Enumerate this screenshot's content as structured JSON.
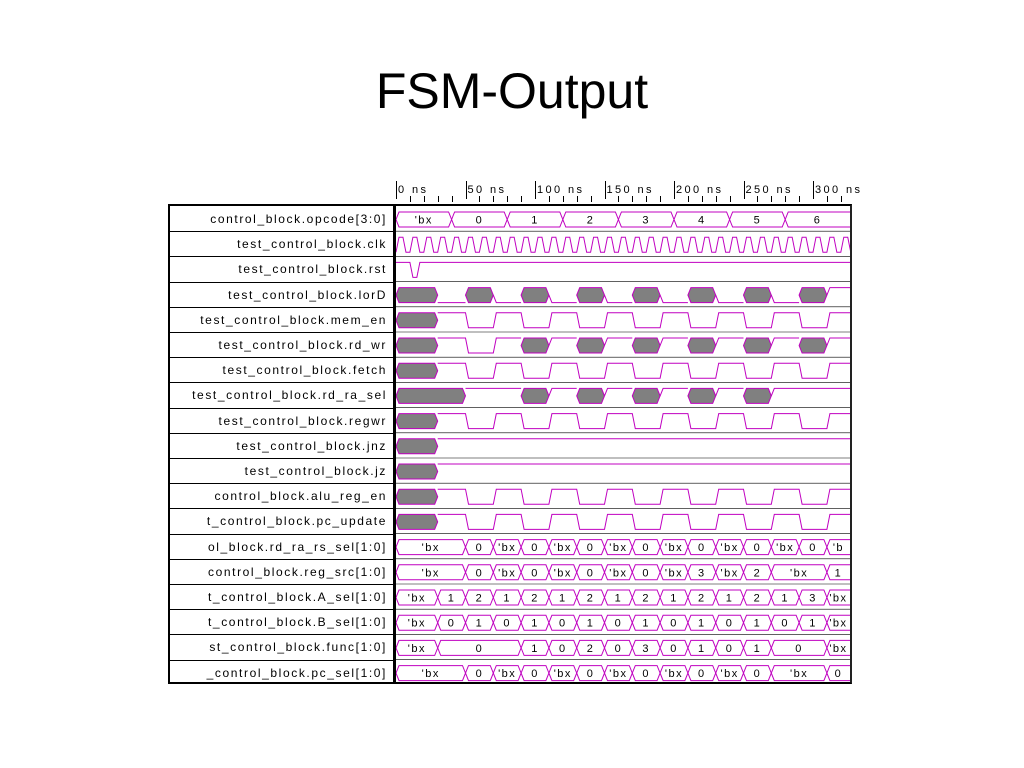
{
  "title": "FSM-Output",
  "time_axis": {
    "ticks": [
      {
        "t": 0,
        "label": "0 ns"
      },
      {
        "t": 50,
        "label": "50 ns"
      },
      {
        "t": 100,
        "label": "100 ns"
      },
      {
        "t": 150,
        "label": "150 ns"
      },
      {
        "t": 200,
        "label": "200 ns"
      },
      {
        "t": 250,
        "label": "250 ns"
      },
      {
        "t": 300,
        "label": "300 ns"
      }
    ],
    "visible_range_ns": [
      0,
      330
    ],
    "clock_period_ns": 10
  },
  "colors": {
    "trace": "#c000c0",
    "unknown_fill": "#808080",
    "grid": "#000000"
  },
  "signals": [
    {
      "label": "control_block.opcode[3:0]",
      "kind": "bus",
      "segments": [
        {
          "t": 0,
          "v": "'bx"
        },
        {
          "t": 40,
          "v": "0"
        },
        {
          "t": 80,
          "v": "1"
        },
        {
          "t": 120,
          "v": "2"
        },
        {
          "t": 160,
          "v": "3"
        },
        {
          "t": 200,
          "v": "4"
        },
        {
          "t": 240,
          "v": "5"
        },
        {
          "t": 280,
          "v": "6"
        }
      ]
    },
    {
      "label": "test_control_block.clk",
      "kind": "clock"
    },
    {
      "label": "test_control_block.rst",
      "kind": "bit",
      "unknown_until": 0,
      "edges": [
        {
          "t": 0,
          "v": 1
        },
        {
          "t": 10,
          "v": 0
        },
        {
          "t": 15,
          "v": 1
        }
      ]
    },
    {
      "label": "test_control_block.lorD",
      "kind": "bit",
      "unknown": [
        [
          0,
          30
        ],
        [
          50,
          70
        ],
        [
          90,
          110
        ],
        [
          130,
          150
        ],
        [
          170,
          190
        ],
        [
          210,
          230
        ],
        [
          250,
          270
        ],
        [
          290,
          310
        ]
      ],
      "edges": [
        {
          "t": 30,
          "v": 0
        },
        {
          "t": 70,
          "v": 0
        },
        {
          "t": 110,
          "v": 0
        },
        {
          "t": 150,
          "v": 0
        },
        {
          "t": 190,
          "v": 0
        },
        {
          "t": 230,
          "v": 0
        },
        {
          "t": 270,
          "v": 0
        },
        {
          "t": 310,
          "v": 1
        }
      ]
    },
    {
      "label": "test_control_block.mem_en",
      "kind": "bit",
      "unknown": [
        [
          0,
          30
        ]
      ],
      "edges": [
        {
          "t": 30,
          "v": 1
        },
        {
          "t": 50,
          "v": 0
        },
        {
          "t": 70,
          "v": 1
        },
        {
          "t": 90,
          "v": 0
        },
        {
          "t": 110,
          "v": 1
        },
        {
          "t": 130,
          "v": 0
        },
        {
          "t": 150,
          "v": 1
        },
        {
          "t": 170,
          "v": 0
        },
        {
          "t": 190,
          "v": 1
        },
        {
          "t": 210,
          "v": 0
        },
        {
          "t": 230,
          "v": 1
        },
        {
          "t": 250,
          "v": 0
        },
        {
          "t": 270,
          "v": 1
        },
        {
          "t": 290,
          "v": 0
        },
        {
          "t": 310,
          "v": 1
        }
      ]
    },
    {
      "label": "test_control_block.rd_wr",
      "kind": "bit",
      "unknown": [
        [
          0,
          30
        ],
        [
          90,
          110
        ],
        [
          130,
          150
        ],
        [
          170,
          190
        ],
        [
          210,
          230
        ],
        [
          250,
          270
        ],
        [
          290,
          310
        ]
      ],
      "edges": [
        {
          "t": 30,
          "v": 1
        },
        {
          "t": 50,
          "v": 0
        },
        {
          "t": 70,
          "v": 1
        },
        {
          "t": 110,
          "v": 1
        },
        {
          "t": 150,
          "v": 1
        },
        {
          "t": 190,
          "v": 1
        },
        {
          "t": 230,
          "v": 1
        },
        {
          "t": 270,
          "v": 1
        },
        {
          "t": 310,
          "v": 1
        }
      ]
    },
    {
      "label": "test_control_block.fetch",
      "kind": "bit",
      "unknown": [
        [
          0,
          30
        ]
      ],
      "edges": [
        {
          "t": 30,
          "v": 1
        },
        {
          "t": 50,
          "v": 0
        },
        {
          "t": 70,
          "v": 1
        },
        {
          "t": 90,
          "v": 0
        },
        {
          "t": 110,
          "v": 1
        },
        {
          "t": 130,
          "v": 0
        },
        {
          "t": 150,
          "v": 1
        },
        {
          "t": 170,
          "v": 0
        },
        {
          "t": 190,
          "v": 1
        },
        {
          "t": 210,
          "v": 0
        },
        {
          "t": 230,
          "v": 1
        },
        {
          "t": 250,
          "v": 0
        },
        {
          "t": 270,
          "v": 1
        },
        {
          "t": 290,
          "v": 0
        },
        {
          "t": 310,
          "v": 1
        }
      ]
    },
    {
      "label": "test_control_block.rd_ra_sel",
      "kind": "bit",
      "unknown": [
        [
          0,
          50
        ],
        [
          90,
          110
        ],
        [
          130,
          150
        ],
        [
          170,
          190
        ],
        [
          210,
          230
        ],
        [
          250,
          270
        ]
      ],
      "edges": [
        {
          "t": 50,
          "v": 1
        },
        {
          "t": 110,
          "v": 1
        },
        {
          "t": 150,
          "v": 1
        },
        {
          "t": 190,
          "v": 1
        },
        {
          "t": 230,
          "v": 1
        },
        {
          "t": 270,
          "v": 1
        }
      ]
    },
    {
      "label": "test_control_block.regwr",
      "kind": "bit",
      "unknown": [
        [
          0,
          30
        ]
      ],
      "edges": [
        {
          "t": 30,
          "v": 1
        },
        {
          "t": 50,
          "v": 0
        },
        {
          "t": 70,
          "v": 1
        },
        {
          "t": 90,
          "v": 0
        },
        {
          "t": 110,
          "v": 1
        },
        {
          "t": 130,
          "v": 0
        },
        {
          "t": 150,
          "v": 1
        },
        {
          "t": 170,
          "v": 0
        },
        {
          "t": 190,
          "v": 1
        },
        {
          "t": 210,
          "v": 0
        },
        {
          "t": 230,
          "v": 1
        },
        {
          "t": 250,
          "v": 0
        },
        {
          "t": 270,
          "v": 1
        },
        {
          "t": 290,
          "v": 0
        },
        {
          "t": 310,
          "v": 1
        }
      ]
    },
    {
      "label": "test_control_block.jnz",
      "kind": "bit",
      "unknown": [
        [
          0,
          30
        ]
      ],
      "edges": [
        {
          "t": 30,
          "v": 1
        }
      ]
    },
    {
      "label": "test_control_block.jz",
      "kind": "bit",
      "unknown": [
        [
          0,
          30
        ]
      ],
      "edges": [
        {
          "t": 30,
          "v": 1
        }
      ]
    },
    {
      "label": "control_block.alu_reg_en",
      "kind": "bit",
      "unknown": [
        [
          0,
          30
        ]
      ],
      "edges": [
        {
          "t": 30,
          "v": 1
        },
        {
          "t": 50,
          "v": 0
        },
        {
          "t": 70,
          "v": 1
        },
        {
          "t": 90,
          "v": 0
        },
        {
          "t": 110,
          "v": 1
        },
        {
          "t": 130,
          "v": 0
        },
        {
          "t": 150,
          "v": 1
        },
        {
          "t": 170,
          "v": 0
        },
        {
          "t": 190,
          "v": 1
        },
        {
          "t": 210,
          "v": 0
        },
        {
          "t": 230,
          "v": 1
        },
        {
          "t": 250,
          "v": 0
        },
        {
          "t": 270,
          "v": 1
        },
        {
          "t": 290,
          "v": 0
        },
        {
          "t": 310,
          "v": 1
        }
      ]
    },
    {
      "label": "t_control_block.pc_update",
      "kind": "bit",
      "unknown": [
        [
          0,
          30
        ]
      ],
      "edges": [
        {
          "t": 30,
          "v": 1
        },
        {
          "t": 50,
          "v": 0
        },
        {
          "t": 70,
          "v": 1
        },
        {
          "t": 90,
          "v": 0
        },
        {
          "t": 110,
          "v": 1
        },
        {
          "t": 130,
          "v": 0
        },
        {
          "t": 150,
          "v": 1
        },
        {
          "t": 170,
          "v": 0
        },
        {
          "t": 190,
          "v": 1
        },
        {
          "t": 210,
          "v": 0
        },
        {
          "t": 230,
          "v": 1
        },
        {
          "t": 250,
          "v": 0
        },
        {
          "t": 270,
          "v": 1
        },
        {
          "t": 290,
          "v": 0
        },
        {
          "t": 310,
          "v": 1
        }
      ]
    },
    {
      "label": "ol_block.rd_ra_rs_sel[1:0]",
      "kind": "bus",
      "segments": [
        {
          "t": 0,
          "v": "'bx"
        },
        {
          "t": 50,
          "v": "0"
        },
        {
          "t": 70,
          "v": "'bx"
        },
        {
          "t": 90,
          "v": "0"
        },
        {
          "t": 110,
          "v": "'bx"
        },
        {
          "t": 130,
          "v": "0"
        },
        {
          "t": 150,
          "v": "'bx"
        },
        {
          "t": 170,
          "v": "0"
        },
        {
          "t": 190,
          "v": "'bx"
        },
        {
          "t": 210,
          "v": "0"
        },
        {
          "t": 230,
          "v": "'bx"
        },
        {
          "t": 250,
          "v": "0"
        },
        {
          "t": 270,
          "v": "'bx"
        },
        {
          "t": 290,
          "v": "0"
        },
        {
          "t": 310,
          "v": "'b"
        }
      ]
    },
    {
      "label": "control_block.reg_src[1:0]",
      "kind": "bus",
      "segments": [
        {
          "t": 0,
          "v": "'bx"
        },
        {
          "t": 50,
          "v": "0"
        },
        {
          "t": 70,
          "v": "'bx"
        },
        {
          "t": 90,
          "v": "0"
        },
        {
          "t": 110,
          "v": "'bx"
        },
        {
          "t": 130,
          "v": "0"
        },
        {
          "t": 150,
          "v": "'bx"
        },
        {
          "t": 170,
          "v": "0"
        },
        {
          "t": 190,
          "v": "'bx"
        },
        {
          "t": 210,
          "v": "3"
        },
        {
          "t": 230,
          "v": "'bx"
        },
        {
          "t": 250,
          "v": "2"
        },
        {
          "t": 270,
          "v": "'bx"
        },
        {
          "t": 310,
          "v": "1"
        }
      ]
    },
    {
      "label": "t_control_block.A_sel[1:0]",
      "kind": "bus",
      "segments": [
        {
          "t": 0,
          "v": "'bx"
        },
        {
          "t": 30,
          "v": "1"
        },
        {
          "t": 50,
          "v": "2"
        },
        {
          "t": 70,
          "v": "1"
        },
        {
          "t": 90,
          "v": "2"
        },
        {
          "t": 110,
          "v": "1"
        },
        {
          "t": 130,
          "v": "2"
        },
        {
          "t": 150,
          "v": "1"
        },
        {
          "t": 170,
          "v": "2"
        },
        {
          "t": 190,
          "v": "1"
        },
        {
          "t": 210,
          "v": "2"
        },
        {
          "t": 230,
          "v": "1"
        },
        {
          "t": 250,
          "v": "2"
        },
        {
          "t": 270,
          "v": "1"
        },
        {
          "t": 290,
          "v": "3"
        },
        {
          "t": 310,
          "v": "'bx"
        }
      ]
    },
    {
      "label": "t_control_block.B_sel[1:0]",
      "kind": "bus",
      "segments": [
        {
          "t": 0,
          "v": "'bx"
        },
        {
          "t": 30,
          "v": "0"
        },
        {
          "t": 50,
          "v": "1"
        },
        {
          "t": 70,
          "v": "0"
        },
        {
          "t": 90,
          "v": "1"
        },
        {
          "t": 110,
          "v": "0"
        },
        {
          "t": 130,
          "v": "1"
        },
        {
          "t": 150,
          "v": "0"
        },
        {
          "t": 170,
          "v": "1"
        },
        {
          "t": 190,
          "v": "0"
        },
        {
          "t": 210,
          "v": "1"
        },
        {
          "t": 230,
          "v": "0"
        },
        {
          "t": 250,
          "v": "1"
        },
        {
          "t": 270,
          "v": "0"
        },
        {
          "t": 290,
          "v": "1"
        },
        {
          "t": 310,
          "v": "'bx"
        }
      ]
    },
    {
      "label": "st_control_block.func[1:0]",
      "kind": "bus",
      "segments": [
        {
          "t": 0,
          "v": "'bx"
        },
        {
          "t": 30,
          "v": "0"
        },
        {
          "t": 90,
          "v": "1"
        },
        {
          "t": 110,
          "v": "0"
        },
        {
          "t": 130,
          "v": "2"
        },
        {
          "t": 150,
          "v": "0"
        },
        {
          "t": 170,
          "v": "3"
        },
        {
          "t": 190,
          "v": "0"
        },
        {
          "t": 210,
          "v": "1"
        },
        {
          "t": 230,
          "v": "0"
        },
        {
          "t": 250,
          "v": "1"
        },
        {
          "t": 270,
          "v": "0"
        },
        {
          "t": 310,
          "v": "'bx"
        }
      ]
    },
    {
      "label": "_control_block.pc_sel[1:0]",
      "kind": "bus",
      "segments": [
        {
          "t": 0,
          "v": "'bx"
        },
        {
          "t": 50,
          "v": "0"
        },
        {
          "t": 70,
          "v": "'bx"
        },
        {
          "t": 90,
          "v": "0"
        },
        {
          "t": 110,
          "v": "'bx"
        },
        {
          "t": 130,
          "v": "0"
        },
        {
          "t": 150,
          "v": "'bx"
        },
        {
          "t": 170,
          "v": "0"
        },
        {
          "t": 190,
          "v": "'bx"
        },
        {
          "t": 210,
          "v": "0"
        },
        {
          "t": 230,
          "v": "'bx"
        },
        {
          "t": 250,
          "v": "0"
        },
        {
          "t": 270,
          "v": "'bx"
        },
        {
          "t": 310,
          "v": "0"
        }
      ]
    }
  ]
}
